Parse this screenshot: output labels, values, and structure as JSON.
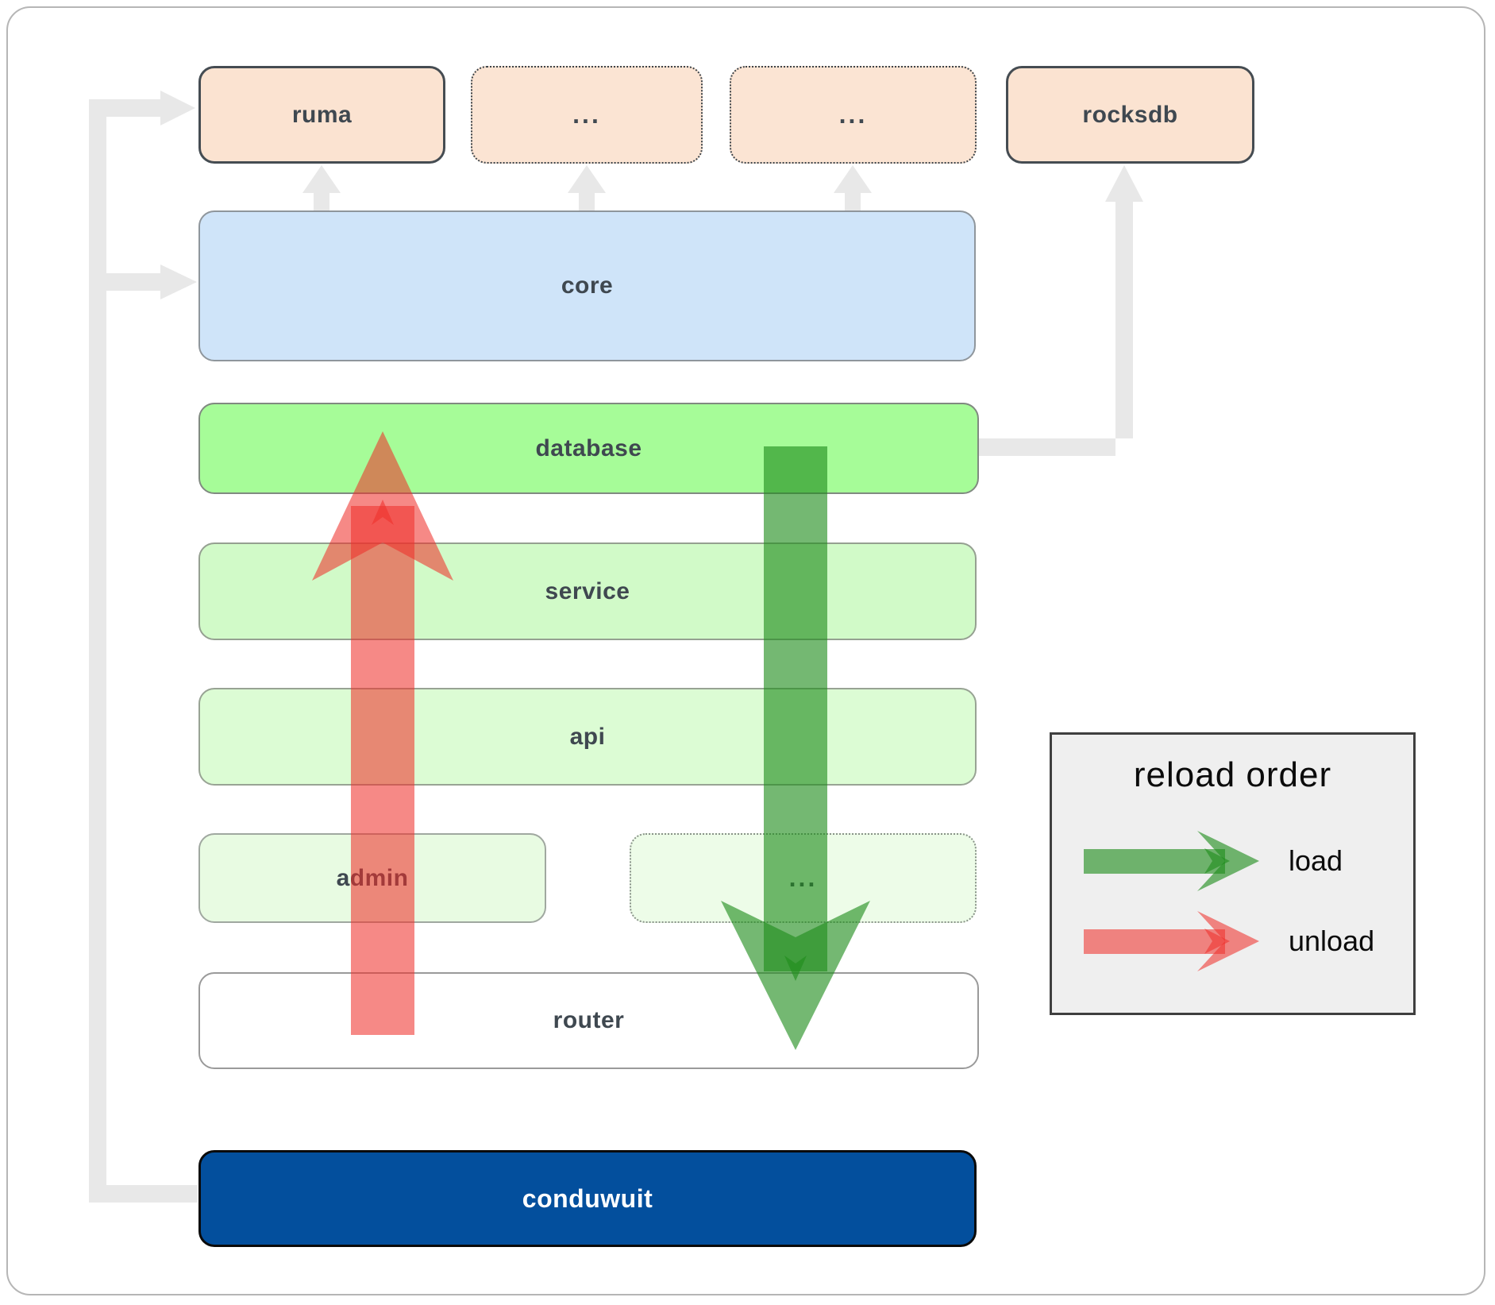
{
  "nodes": {
    "ruma": "ruma",
    "dep_a": "...",
    "dep_b": "...",
    "rocksdb": "rocksdb",
    "core": "core",
    "database": "database",
    "service": "service",
    "api": "api",
    "admin": "admin",
    "service_other": "...",
    "router": "router",
    "conduwuit": "conduwuit"
  },
  "legend": {
    "title": "reload order",
    "items": [
      {
        "label": "load",
        "color": "#1e8c1c"
      },
      {
        "label": "unload",
        "color": "#f0302a"
      }
    ]
  },
  "colors": {
    "dependency_fill": "#fbe3d1",
    "core_fill": "#cfe4f9",
    "database_fill": "#a6fc98",
    "service_fill": "#d1fac8",
    "api_fill": "#dcfcd4",
    "admin_fill": "#e8fbe2",
    "other_fill": "#edfce8",
    "router_fill": "#ffffff",
    "conduwuit_fill": "#034f9d",
    "load_arrow": "#1e8c1c",
    "unload_arrow": "#f0302a",
    "connector": "#e8e8e8",
    "legend_fill": "#efefef"
  }
}
